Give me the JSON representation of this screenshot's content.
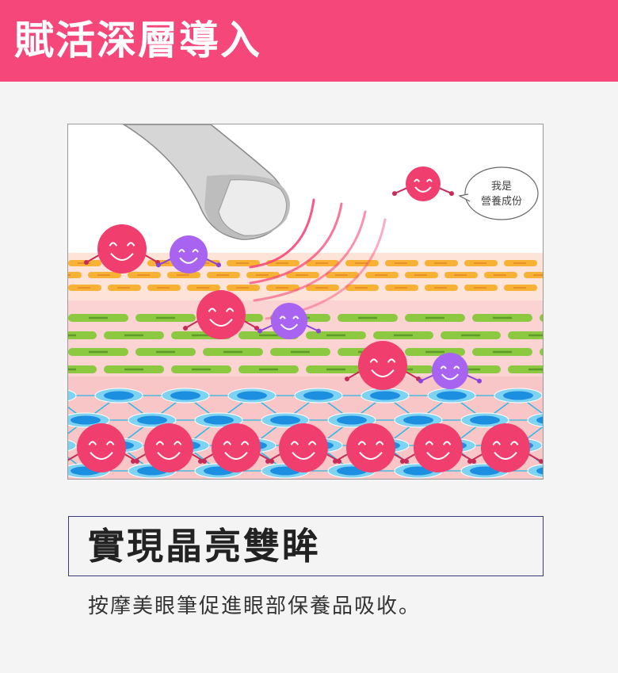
{
  "header": {
    "title": "賦活深層導入"
  },
  "illustration": {
    "speech_bubble": {
      "line1": "我是",
      "line2": "營養成份"
    },
    "colors": {
      "pink_molecule": "#f03f6f",
      "purple_molecule": "#a863f0",
      "orange_layer": "#f7b236",
      "green_layer": "#8cc840",
      "blue_cells": "#29b8ea",
      "skin_pink": "#fbd3d3",
      "accent": "#f5477a"
    }
  },
  "subheading": "實現晶亮雙眸",
  "description": "按摩美眼筆促進眼部保養品吸收。"
}
